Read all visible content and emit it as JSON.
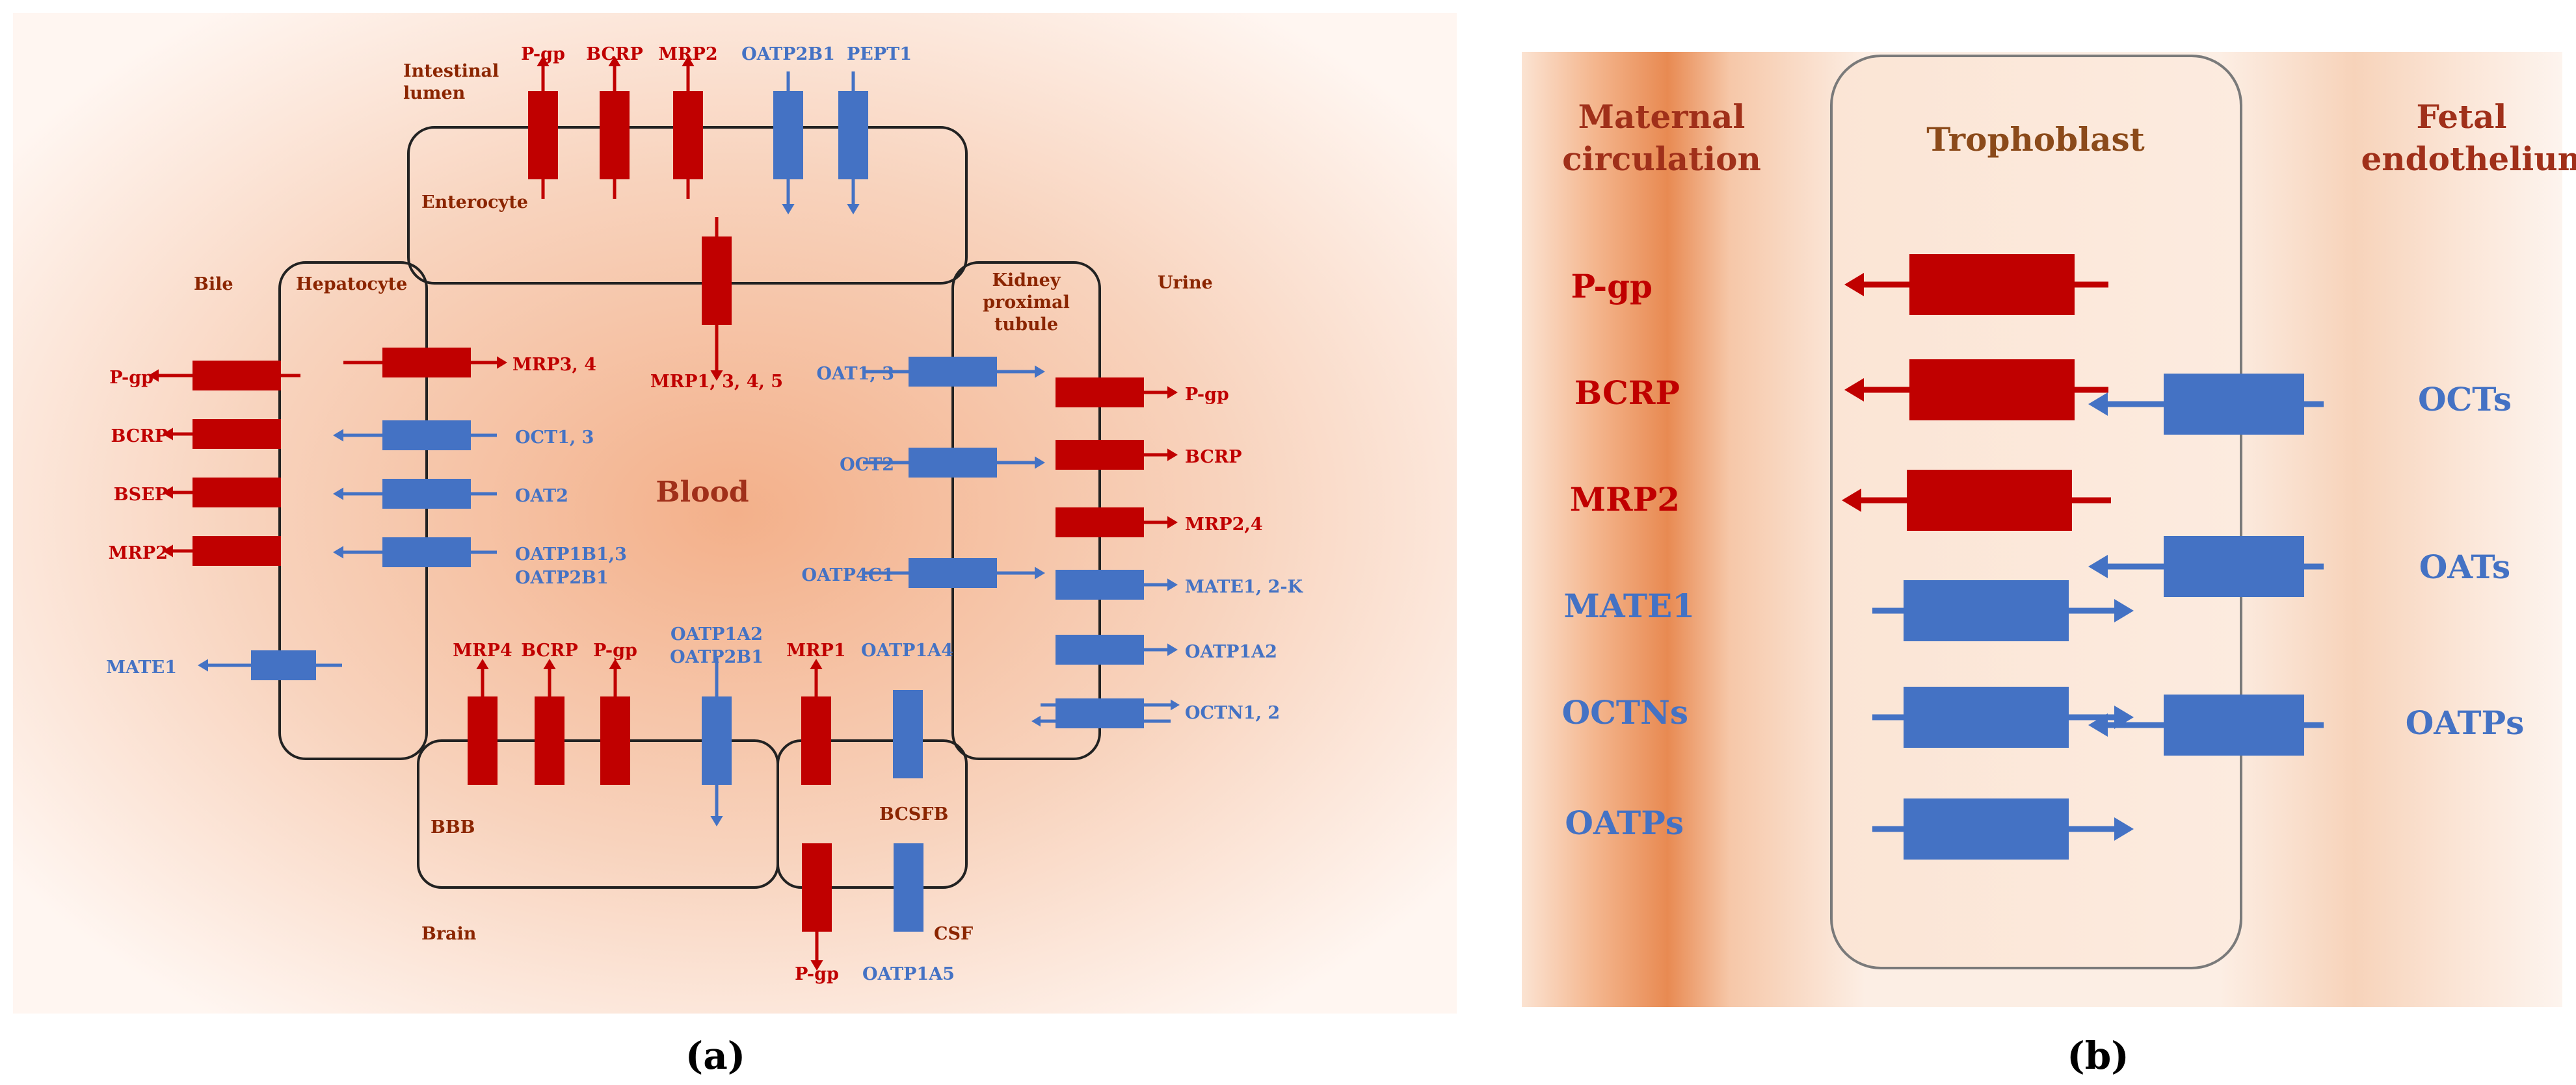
{
  "colors": {
    "efflux": "#C00000",
    "influx": "#4472C4",
    "label_brown": "#8B2500",
    "blood_label": "#A0301A",
    "panel_a_glow": "#F6C3A5",
    "placenta_glow": "#EE9A66",
    "outline": "#222222"
  },
  "panel_a": {
    "caption": "(a)",
    "regions": {
      "intestinal_lumen": [
        "Intestinal",
        "lumen"
      ],
      "enterocyte": "Enterocyte",
      "bile": "Bile",
      "hepatocyte": "Hepatocyte",
      "kidney": [
        "Kidney",
        "proximal",
        "tubule"
      ],
      "urine": "Urine",
      "blood": "Blood",
      "bbb": "BBB",
      "bcsfb": "BCSFB",
      "brain": "Brain",
      "csf": "CSF"
    },
    "transporters": {
      "intestine_pgp": "P-gp",
      "intestine_bcrp": "BCRP",
      "intestine_mrp2": "MRP2",
      "intestine_oatp2b1": "OATP2B1",
      "intestine_pept1": "PEPT1",
      "enterocyte_basolateral": "MRP1, 3, 4, 5",
      "liver_pgp": "P-gp",
      "liver_bcrp": "BCRP",
      "liver_bsep": "BSEP",
      "liver_mrp2": "MRP2",
      "liver_mate1": "MATE1",
      "liver_mrp34": "MRP3, 4",
      "liver_oct13": "OCT1, 3",
      "liver_oat2": "OAT2",
      "liver_oatp": [
        "OATP1B1,3",
        "OATP2B1"
      ],
      "kidney_oat13": "OAT1, 3",
      "kidney_oct2": "OCT2",
      "kidney_oatp4c1": "OATP4C1",
      "kidney_pgp": "P-gp",
      "kidney_bcrp": "BCRP",
      "kidney_mrp24": "MRP2,4",
      "kidney_mate": "MATE1, 2-K",
      "kidney_oatp1a2": "OATP1A2",
      "kidney_octn": "OCTN1, 2",
      "bbb_mrp4": "MRP4",
      "bbb_bcrp": "BCRP",
      "bbb_pgp": "P-gp",
      "bbb_oatp": [
        "OATP1A2",
        "OATP2B1"
      ],
      "bcsfb_mrp1": "MRP1",
      "bcsfb_oatp1a4": "OATP1A4",
      "csf_pgp": "P-gp",
      "csf_oatp1a5": "OATP1A5"
    }
  },
  "panel_b": {
    "caption": "(b)",
    "regions": {
      "maternal": [
        "Maternal",
        "circulation"
      ],
      "trophoblast": "Trophoblast",
      "fetal": [
        "Fetal",
        "endothelium"
      ]
    },
    "transporters": {
      "pgp": "P-gp",
      "bcrp": "BCRP",
      "mrp2": "MRP2",
      "mate1": "MATE1",
      "octns": "OCTNs",
      "oatps_left": "OATPs",
      "octs": "OCTs",
      "oats": "OATs",
      "oatps_right": "OATPs"
    }
  }
}
